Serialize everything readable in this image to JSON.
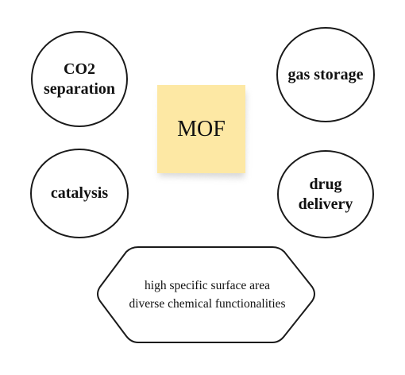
{
  "center": {
    "label": "MOF",
    "color": "#fde8a4"
  },
  "nodes": {
    "co2": [
      "CO2",
      "separation"
    ],
    "gas": [
      "gas storage"
    ],
    "catalysis": [
      "catalysis"
    ],
    "drug": [
      "drug",
      "delivery"
    ]
  },
  "properties": {
    "lines": [
      "high specific surface area",
      "diverse chemical functionalities"
    ]
  },
  "colors": {
    "stroke": "#1a1a1a",
    "background": "#ffffff",
    "text": "#111111"
  }
}
